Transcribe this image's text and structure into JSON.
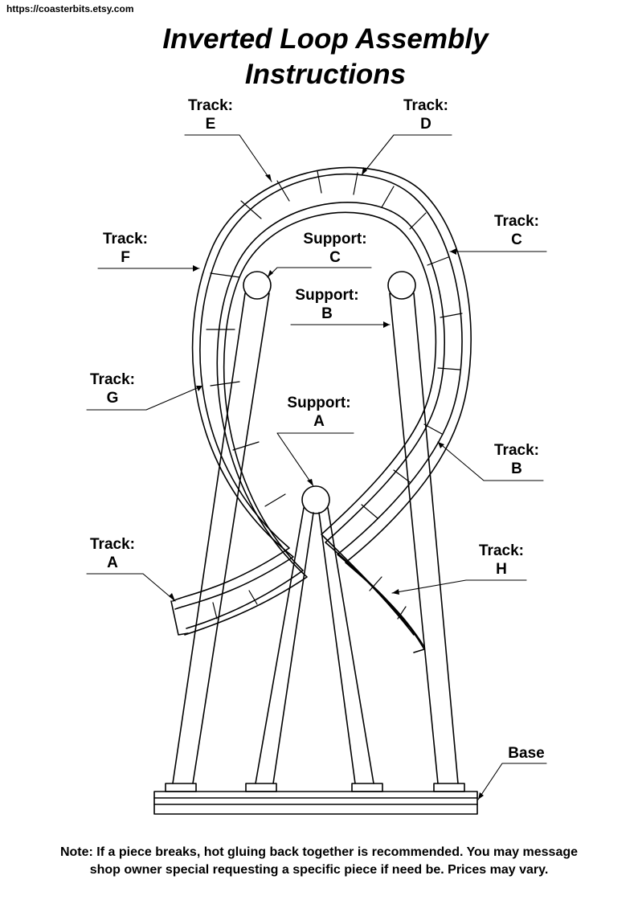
{
  "source_url": "https://coasterbits.etsy.com",
  "title_line1": "Inverted Loop Assembly",
  "title_line2": "Instructions",
  "labels": {
    "track_e": {
      "kind": "Track:",
      "letter": "E"
    },
    "track_d": {
      "kind": "Track:",
      "letter": "D"
    },
    "track_c": {
      "kind": "Track:",
      "letter": "C"
    },
    "track_f": {
      "kind": "Track:",
      "letter": "F"
    },
    "support_c": {
      "kind": "Support:",
      "letter": "C"
    },
    "support_b": {
      "kind": "Support:",
      "letter": "B"
    },
    "track_g": {
      "kind": "Track:",
      "letter": "G"
    },
    "support_a": {
      "kind": "Support:",
      "letter": "A"
    },
    "track_b": {
      "kind": "Track:",
      "letter": "B"
    },
    "track_a": {
      "kind": "Track:",
      "letter": "A"
    },
    "track_h": {
      "kind": "Track:",
      "letter": "H"
    },
    "base": "Base"
  },
  "note_line1": "Note: If a piece breaks, hot gluing back together is recommended. You may message",
  "note_line2": "shop owner special requesting a specific piece if need be. Prices may vary."
}
